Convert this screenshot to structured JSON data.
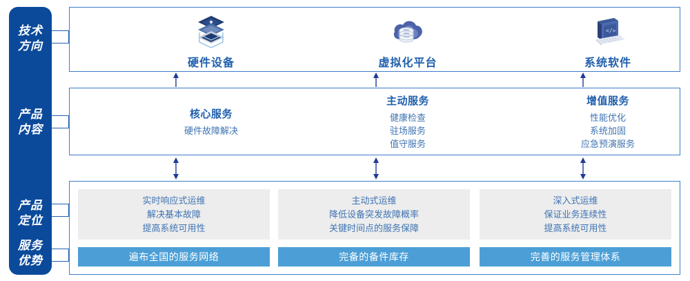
{
  "sidebar": {
    "items": [
      {
        "label": "技术\n方向",
        "name": "sidebar-item-tech-direction"
      },
      {
        "label": "产品\n内容",
        "name": "sidebar-item-product-content"
      },
      {
        "label": "产品\n定位",
        "name": "sidebar-item-product-position"
      },
      {
        "label": "服务\n优势",
        "name": "sidebar-item-service-advantage"
      }
    ],
    "color": "#0B4A9B"
  },
  "tech_row": {
    "columns": [
      {
        "icon": "server-stack-icon",
        "label": "硬件设备"
      },
      {
        "icon": "cloud-database-icon",
        "label": "虚拟化平台"
      },
      {
        "icon": "laptop-code-icon",
        "label": "系统软件"
      }
    ]
  },
  "content_row": {
    "columns": [
      {
        "title": "核心服务",
        "items": [
          "硬件故障解决"
        ]
      },
      {
        "title": "主动服务",
        "items": [
          "健康检查",
          "驻场服务",
          "值守服务"
        ]
      },
      {
        "title": "增值服务",
        "items": [
          "性能优化",
          "系统加固",
          "应急预演服务"
        ]
      }
    ]
  },
  "position_row": {
    "cards": [
      {
        "lines": [
          "实时响应式运维",
          "解决基本故障",
          "提高系统可用性"
        ]
      },
      {
        "lines": [
          "主动式运维",
          "降低设备突发故障概率",
          "关键时间点的服务保障"
        ]
      },
      {
        "lines": [
          "深入式运维",
          "保证业务连续性",
          "提高系统可用性"
        ]
      }
    ],
    "bars": [
      "遍布全国的服务网络",
      "完备的备件库存",
      "完善的服务管理体系"
    ]
  },
  "colors": {
    "sidebar_blue": "#0B4A9B",
    "panel_border": "#3D7CC9",
    "title_blue": "#1F5FAE",
    "body_blue": "#3F74B3",
    "bar_blue": "#4C9FD6",
    "card_gray": "#EDEDED",
    "arrow": "#1F3A93"
  }
}
